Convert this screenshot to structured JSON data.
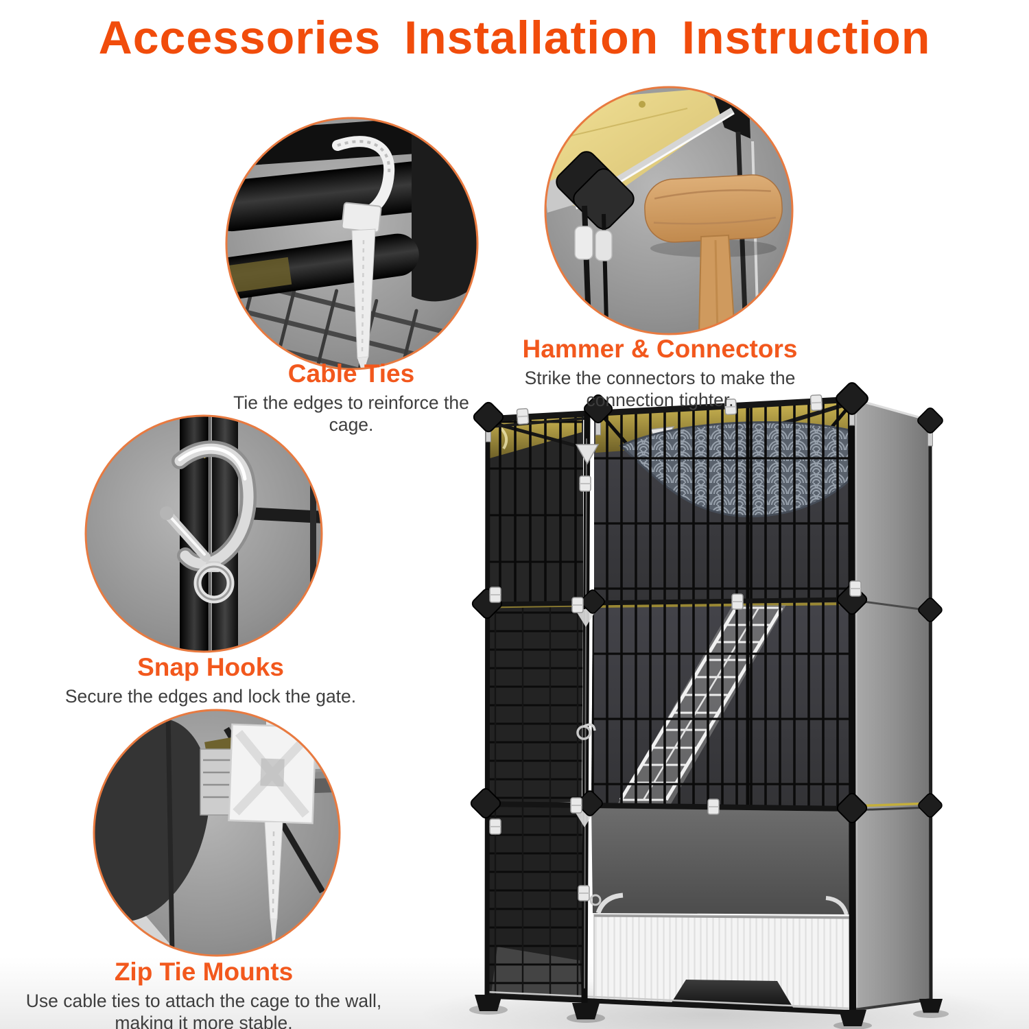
{
  "title": {
    "text": "Accessories Installation Instruction",
    "color": "#f14c0b"
  },
  "callouts": [
    {
      "id": "cable-ties",
      "heading": "Cable Ties",
      "description": "Tie the edges to reinforce the cage.",
      "photo": "cable-tie-looped-over-cage-bar"
    },
    {
      "id": "hammer-connectors",
      "heading": "Hammer & Connectors",
      "description": "Strike the connectors to make the connection tighter.",
      "photo": "wooden-hammer-striking-corner-connector"
    },
    {
      "id": "snap-hooks",
      "heading": "Snap Hooks",
      "description": "Secure the edges and lock the gate.",
      "photo": "metal-snap-hook-clipped-on-cage-bars"
    },
    {
      "id": "zip-tie-mounts",
      "heading": "Zip Tie Mounts",
      "description": "Use cable ties to attach the cage to the wall, making it more stable.",
      "photo": "zip-tie-mount-plate-with-cable-tie"
    }
  ],
  "product_photo": {
    "name": "assembled-cat-cage",
    "features": [
      "wire-grid-panels",
      "hammock",
      "mesh-ramp",
      "litter-box-drawer",
      "corner-connectors",
      "yellow-top-panels"
    ]
  },
  "colors": {
    "heading_orange": "#f2581d",
    "body_text": "#3e3e3e",
    "circle_border": "#e87a40",
    "cage_yellow_top": "#c3ae3c",
    "cage_panel_black": "#222222",
    "cage_side_gray": "#8f8f8f",
    "drawer_white": "#f4f4f4",
    "hammer_wood": "#cf9a5e",
    "hammock_gray": "#59616c"
  }
}
